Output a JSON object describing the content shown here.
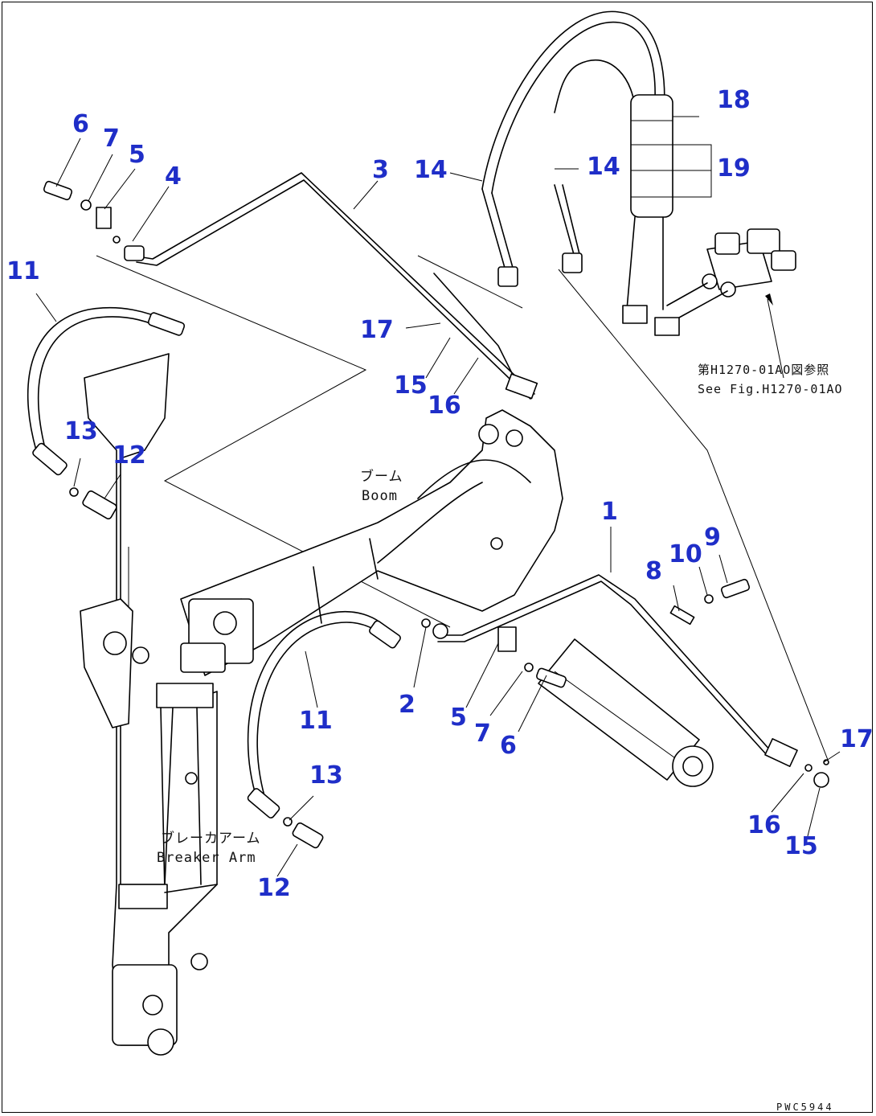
{
  "labels": {
    "1": "1",
    "2": "2",
    "3": "3",
    "4": "4",
    "5a": "5",
    "5b": "5",
    "6a": "6",
    "6b": "6",
    "7a": "7",
    "7b": "7",
    "8": "8",
    "9": "9",
    "10": "10",
    "11a": "11",
    "11b": "11",
    "12a": "12",
    "12b": "12",
    "13a": "13",
    "13b": "13",
    "14a": "14",
    "14b": "14",
    "15a": "15",
    "15b": "15",
    "16a": "16",
    "16b": "16",
    "17a": "17",
    "17b": "17",
    "18": "18",
    "19": "19"
  },
  "notes": {
    "boom_jp": "ブーム",
    "boom_en": "Boom",
    "breaker_jp": "ブレーカアーム",
    "breaker_en": "Breaker Arm",
    "ref_jp": "第H1270-01AO図参照",
    "ref_en": "See Fig.H1270-01AO"
  },
  "drawing_code": "PWC5944",
  "colors": {
    "callout": "#1f2ec8",
    "line": "#000000",
    "background": "#ffffff"
  }
}
